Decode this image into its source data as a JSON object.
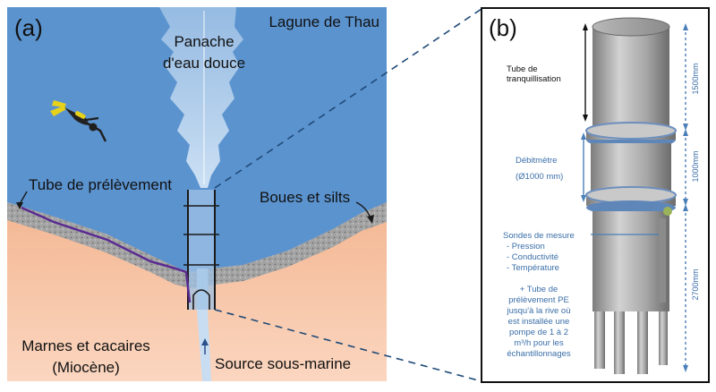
{
  "panel_a": {
    "label": "(a)",
    "title": "Lagune de Thau",
    "plume_label_line1": "Panache",
    "plume_label_line2": "d'eau douce",
    "sampling_tube_label": "Tube de prélèvement",
    "mud_label": "Boues et silts",
    "rock_label_line1": "Marnes et cacaires",
    "rock_label_line2": "(Miocène)",
    "source_label": "Source sous-marine"
  },
  "panel_b": {
    "label": "(b)",
    "stilling_tube_line1": "Tube de",
    "stilling_tube_line2": "tranquillisation",
    "flowmeter_line1": "Débitmètre",
    "flowmeter_line2": "(Ø1000 mm)",
    "probes_title": "Sondes de mesure",
    "probes": [
      "-  Pression",
      "-  Conductivité",
      "-  Température"
    ],
    "pe_tube_lines": [
      "+ Tube de",
      "prélèvement PE",
      "jusqu'à la rive où",
      "est installée une",
      "pompe de 1 à 2",
      "m³/h pour les",
      "échantillonnages"
    ],
    "dim_top": "1500mm",
    "dim_mid": "1000mm",
    "dim_bottom": "2700mm"
  },
  "colors": {
    "water": "#5b93cf",
    "sediment": "#f5ab83",
    "mud": "#9a9a9a",
    "tube_purple": "#5a2a91",
    "dim_blue": "#4a7fb8",
    "dash": "#1f4a78"
  }
}
